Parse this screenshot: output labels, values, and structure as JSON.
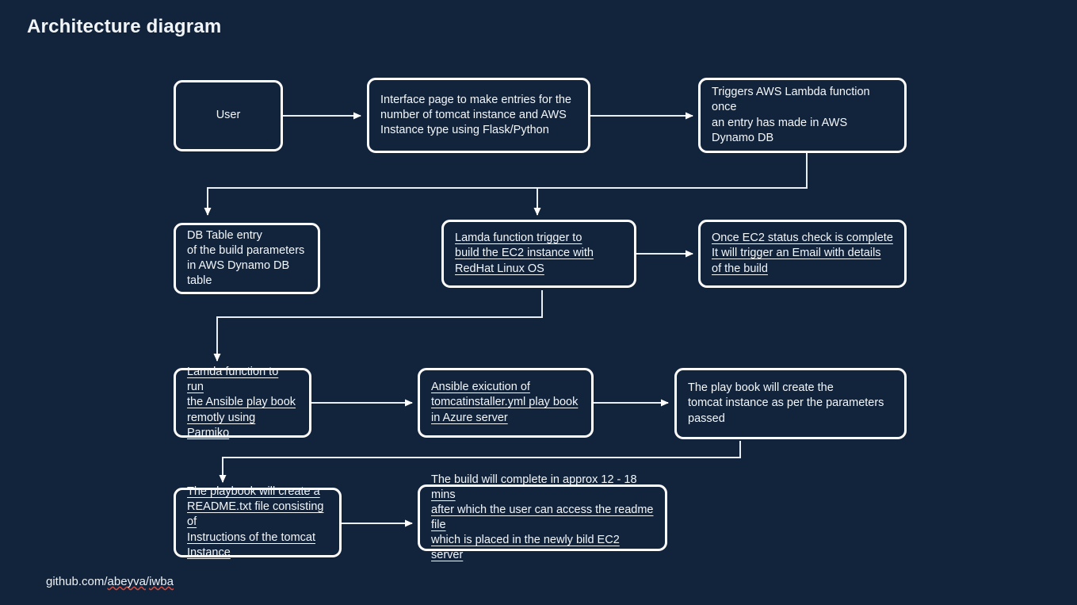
{
  "page": {
    "title": "Architecture diagram",
    "footer": "github.com/abeyva/iwba",
    "footer_parts": {
      "prefix": "github.com/",
      "user": "abeyva",
      "separator": "/",
      "repo": "iwba"
    },
    "background_color": "#12243c",
    "stroke_color": "#ffffff",
    "text_color": "#f4f7fa"
  },
  "diagram": {
    "type": "flowchart",
    "nodes": [
      {
        "id": "user",
        "label": "User",
        "underlined": false,
        "align": "center"
      },
      {
        "id": "interface-page",
        "label": "Interface page to make entries for the\nnumber of tomcat instance and AWS\nInstance type using Flask/Python",
        "underlined": false,
        "align": "left"
      },
      {
        "id": "trigger-lambda",
        "label": "Triggers AWS Lambda function once\nan entry has made in AWS\nDynamo DB",
        "underlined": false,
        "align": "left"
      },
      {
        "id": "db-table-entry",
        "label": "DB Table entry\nof the build parameters\nin AWS Dynamo DB table",
        "underlined": false,
        "align": "left"
      },
      {
        "id": "lambda-build-ec2",
        "label": "Lamda function trigger to \nbuild the EC2 instance with\nRedHat Linux OS",
        "underlined": true,
        "align": "left"
      },
      {
        "id": "ec2-status-email",
        "label": "Once EC2 status check is complete \nIt will trigger an Email with details\nof the build ",
        "underlined": true,
        "align": "left"
      },
      {
        "id": "lambda-run-ansible",
        "label": "Lamda function to run \nthe Ansible play book\nremotly using Parmiko",
        "underlined": true,
        "align": "left"
      },
      {
        "id": "ansible-execution",
        "label": "Ansible exicution of \ntomcatinstaller.yml  play book \nin Azure server",
        "underlined": true,
        "align": "left"
      },
      {
        "id": "playbook-creates-tomcat",
        "label": "The play book will create the\ntomcat instance as per the parameters\npassed",
        "underlined": false,
        "align": "left"
      },
      {
        "id": "playbook-readme",
        "label": "The playbook will create a \nREADME.txt file consisting of\nInstructions of the tomcat \nInstance ",
        "underlined": true,
        "align": "left"
      },
      {
        "id": "build-complete",
        "label": "The build will complete in approx 12 - 18 mins \nafter which the user can access the  readme file \nwhich is placed in the newly bild EC2 server",
        "underlined": true,
        "align": "left"
      }
    ]
  }
}
